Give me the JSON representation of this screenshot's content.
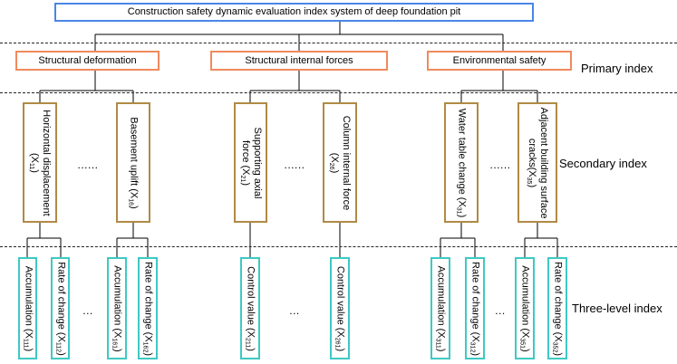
{
  "title": "Construction safety dynamic evaluation index system of deep foundation pit",
  "level_labels": {
    "primary": "Primary index",
    "secondary": "Secondary index",
    "third": "Three-level index"
  },
  "primary": [
    "Structural deformation",
    "Structural internal forces",
    "Environmental safety"
  ],
  "secondary": [
    {
      "line1": "Horizontal displacement",
      "line2": "(X",
      "sub": "11",
      "close": ")"
    },
    {
      "line1": "Basement uplift (X",
      "line2": "",
      "sub": "16",
      "close": ")"
    },
    {
      "line1": "Supporting axial",
      "line2": "force (X",
      "sub": "21",
      "close": ")"
    },
    {
      "line1": "Column internal force",
      "line2": "(X",
      "sub": "26",
      "close": ")"
    },
    {
      "line1": "Water table change (X",
      "line2": "",
      "sub": "31",
      "close": ")"
    },
    {
      "line1": "Adjacent building surface",
      "line2": "cracks(X",
      "sub": "35",
      "close": ")"
    }
  ],
  "third": [
    {
      "text": "Accumulation (X",
      "sub": "111",
      "close": ")"
    },
    {
      "text": "Rate of change (X",
      "sub": "112",
      "close": ")"
    },
    {
      "text": "Accumulation (X",
      "sub": "161",
      "close": ")"
    },
    {
      "text": "Rate of change (X",
      "sub": "162",
      "close": ")"
    },
    {
      "text": "Control value (X",
      "sub": "211",
      "close": ")"
    },
    {
      "text": "Control value (X",
      "sub": "261",
      "close": ")"
    },
    {
      "text": "Accumulation (X",
      "sub": "311",
      "close": ")"
    },
    {
      "text": "Rate of change (X",
      "sub": "312",
      "close": ")"
    },
    {
      "text": "Accumulation (X",
      "sub": "351",
      "close": ")"
    },
    {
      "text": "Rate of change (X",
      "sub": "352",
      "close": ")"
    }
  ],
  "ellipsis_secondary": "......",
  "ellipsis_third": "...",
  "colors": {
    "root_border": "#4a86e8",
    "primary_border": "#f08a5d",
    "secondary_border": "#b08a45",
    "third_border": "#3ec9c3",
    "line": "#000000"
  }
}
